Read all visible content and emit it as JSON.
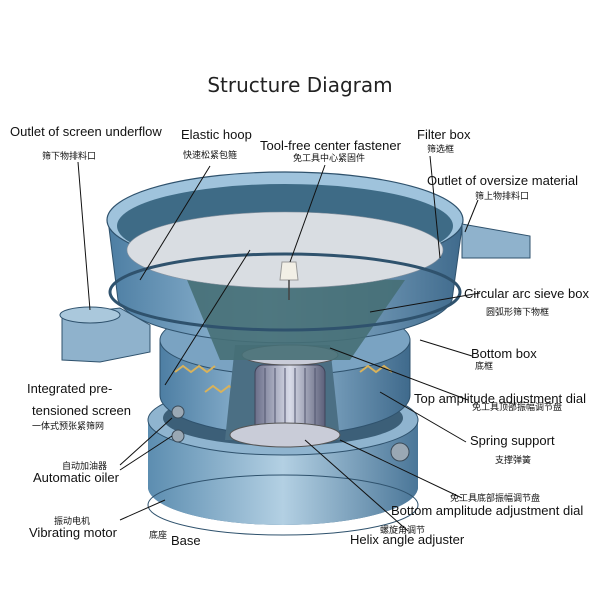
{
  "title": "Structure Diagram",
  "labels": {
    "outlet_underflow_en": "Outlet of screen underflow",
    "outlet_underflow_zh": "筛下物排料口",
    "elastic_hoop_en": "Elastic hoop",
    "elastic_hoop_zh": "快速松紧包箍",
    "center_fastener_en": "Tool-free center fastener",
    "center_fastener_zh": "免工具中心紧固件",
    "filter_box_en": "Filter box",
    "filter_box_zh": "筛选框",
    "outlet_oversize_en": "Outlet of oversize material",
    "outlet_oversize_zh": "筛上物排料口",
    "arc_sieve_en": "Circular arc sieve box",
    "arc_sieve_zh": "圆弧形筛下物框",
    "bottom_box_en": "Bottom box",
    "bottom_box_zh": "底框",
    "integrated_en_1": "Integrated pre-",
    "integrated_en_2": "tensioned screen",
    "integrated_zh": "一体式预张紧筛网",
    "top_dial_en": "Top amplitude adjustment dial",
    "top_dial_zh": "免工具顶部振幅调节盘",
    "spring_en": "Spring support",
    "spring_zh": "支撑弹簧",
    "oiler_zh": "自动加油器",
    "oiler_en": "Automatic oiler",
    "bottom_dial_zh": "免工具底部振幅调节盘",
    "bottom_dial_en": "Bottom amplitude adjustment dial",
    "motor_zh": "振动电机",
    "motor_en": "Vibrating motor",
    "base_zh": "底座",
    "base_en": "Base",
    "helix_en": "Helix angle adjuster",
    "helix_zh": "螺旋角调节"
  },
  "colors": {
    "body_blue": "#6d97b8",
    "light_blue": "#9ec0d8",
    "dark_blue": "#3f6a8c",
    "teal_inside": "#4f7d86",
    "mesh": "#d9dde2",
    "leader": "#111111"
  }
}
